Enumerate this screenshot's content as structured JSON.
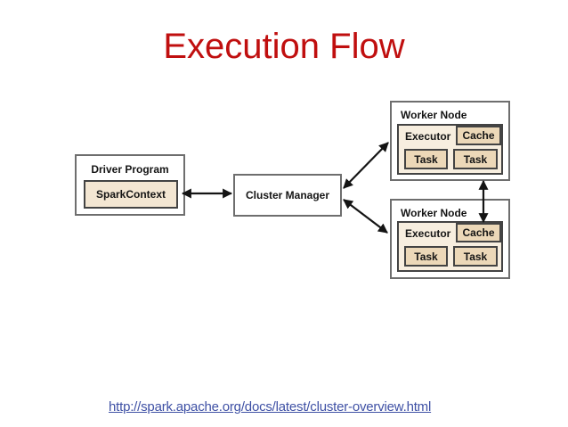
{
  "slide": {
    "title": "Execution Flow",
    "title_color": "#C00F0F",
    "url": "http://spark.apache.org/docs/latest/cluster-overview.html",
    "url_color": "#3F51A5",
    "background_color": "#FFFFFF"
  },
  "diagram": {
    "driver_program": {
      "label": "Driver Program",
      "spark_context_label": "SparkContext"
    },
    "cluster_manager": {
      "label": "Cluster Manager"
    },
    "worker_nodes": [
      {
        "label": "Worker Node",
        "executor_label": "Executor",
        "cache_label": "Cache",
        "tasks": [
          "Task",
          "Task"
        ]
      },
      {
        "label": "Worker Node",
        "executor_label": "Executor",
        "cache_label": "Cache",
        "tasks": [
          "Task",
          "Task"
        ]
      }
    ],
    "connections": [
      {
        "from": "SparkContext",
        "to": "Cluster Manager",
        "bidirectional": true
      },
      {
        "from": "Cluster Manager",
        "to": "Worker Node (top)",
        "bidirectional": true
      },
      {
        "from": "Cluster Manager",
        "to": "Worker Node (bottom)",
        "bidirectional": true
      },
      {
        "from": "Worker Node (top)",
        "to": "Worker Node (bottom) Cache",
        "bidirectional": true
      }
    ],
    "colors": {
      "executor_fill": "#F7EEDF",
      "cache_task_fill": "#ECD8B8",
      "spark_context_fill": "#F3E6D2",
      "outer_box_border": "#6E6E6E",
      "inner_box_border": "#434343",
      "arrow": "#141414",
      "label_text": "#141414"
    }
  }
}
